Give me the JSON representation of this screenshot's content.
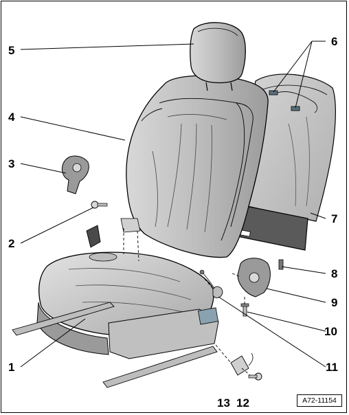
{
  "figure": {
    "id": "A72-11154",
    "callouts": [
      {
        "n": "1",
        "part": "seat-cushion"
      },
      {
        "n": "2",
        "part": "bolt"
      },
      {
        "n": "3",
        "part": "seat-belt-guide"
      },
      {
        "n": "4",
        "part": "backrest"
      },
      {
        "n": "5",
        "part": "head-restraint"
      },
      {
        "n": "6",
        "part": "connectors"
      },
      {
        "n": "7",
        "part": "backrest-rear-panel"
      },
      {
        "n": "8",
        "part": "retainer"
      },
      {
        "n": "9",
        "part": "recliner-cover"
      },
      {
        "n": "10",
        "part": "screw"
      },
      {
        "n": "11",
        "part": "wiring-connector"
      },
      {
        "n": "12",
        "part": "bolt"
      },
      {
        "n": "13",
        "part": "connector"
      }
    ]
  },
  "colors": {
    "line": "#000000",
    "seat_fill": "#c8c8c8",
    "seat_shade": "#9a9a9a",
    "seat_dark": "#5a5a5a",
    "background": "#ffffff"
  }
}
